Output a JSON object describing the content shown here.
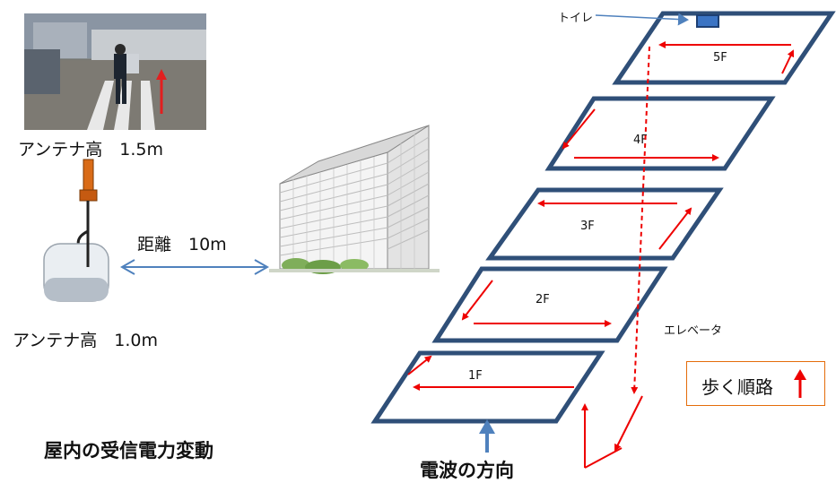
{
  "labels": {
    "antenna_top": "アンテナ高　1.5m",
    "antenna_bottom": "アンテナ高　1.0m",
    "distance": "距離　10m",
    "toilet": "トイレ",
    "elevator": "エレベータ",
    "wave_direction": "電波の方向",
    "title": "屋内の受信電力変動"
  },
  "floors": [
    "1F",
    "2F",
    "3F",
    "4F",
    "5F"
  ],
  "legend": {
    "label": "歩く順路"
  },
  "colors": {
    "floor_border": "#2f4f78",
    "route": "#ee0000",
    "distance_arrow": "#4f81bd",
    "legend_border": "#e46c0a"
  }
}
